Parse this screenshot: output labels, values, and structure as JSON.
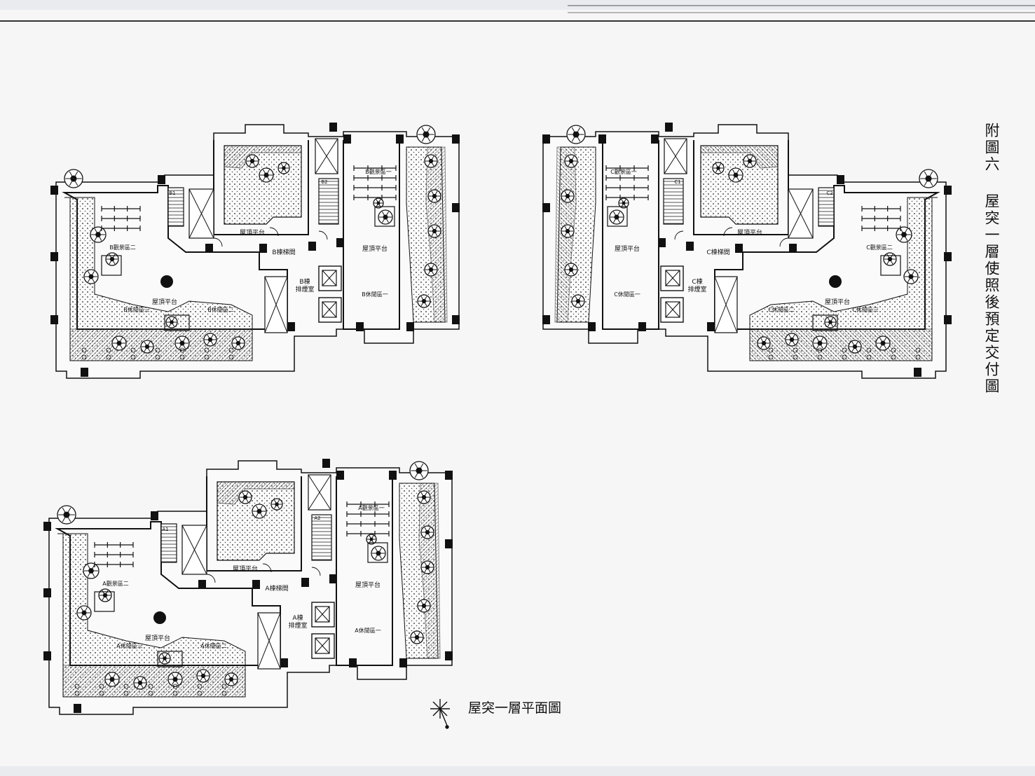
{
  "sheet": {
    "title_prefix": "附圖六",
    "title_main": "屋突一層使照後預定交付圖",
    "caption": "屋突一層平面圖"
  },
  "plans": [
    {
      "id": "B",
      "labels": {
        "roof_left": "屋頂平台",
        "roof_top": "屋頂平台",
        "roof_right": "屋頂平台",
        "stair_hall": "B棟梯間",
        "smoke_room": "B棟\n排煙室",
        "rest1": "B休閒區一",
        "rest2": "B休閒區二",
        "rest3": "B休閒區三",
        "view1": "B觀景區一",
        "view2": "B觀景區二",
        "shelter1": "B1",
        "shelter2": "B2"
      }
    },
    {
      "id": "C",
      "labels": {
        "roof_left": "屋頂平台",
        "roof_top": "屋頂平台",
        "roof_right": "屋頂平台",
        "stair_hall": "C棟梯間",
        "smoke_room": "C棟\n排煙室",
        "rest1": "C休閒區一",
        "rest2": "C休閒區二",
        "rest3": "C休閒區三",
        "view1": "C觀景區一",
        "view2": "C觀景區二",
        "shelter1": "C2",
        "shelter2": "C1"
      }
    },
    {
      "id": "A",
      "labels": {
        "roof_left": "屋頂平台",
        "roof_top": "屋頂平台",
        "roof_right": "屋頂平台",
        "stair_hall": "A棟梯間",
        "smoke_room": "A棟\n排煙室",
        "rest1": "A休閒區一",
        "rest2": "A休閒區二",
        "rest3": "A休閒區三",
        "view1": "A觀景區一",
        "view2": "A觀景區二",
        "shelter1": "A1",
        "shelter2": "A2"
      }
    }
  ]
}
